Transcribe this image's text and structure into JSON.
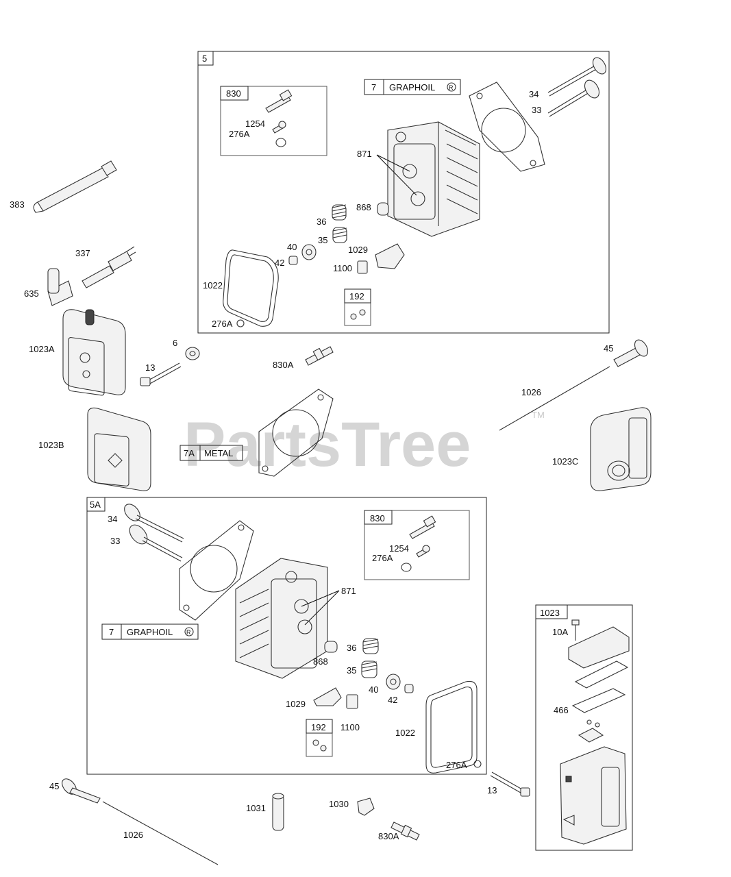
{
  "watermark": {
    "text": "PartsTree",
    "tm": "TM"
  },
  "boxes": {
    "assembly_5": "5",
    "assembly_5a": "5A",
    "kit_830_top": "830",
    "kit_830_bottom": "830",
    "kit_192_top": "192",
    "kit_192_bottom": "192",
    "assembly_1023": "1023"
  },
  "tags": {
    "graphoil_top": {
      "num": "7",
      "text": "GRAPHOIL",
      "mark": "R"
    },
    "graphoil_bottom": {
      "num": "7",
      "text": "GRAPHOIL",
      "mark": "R"
    },
    "metal": {
      "num": "7A",
      "text": "METAL"
    }
  },
  "labels": {
    "p1254_top": "1254",
    "p276a_kit_top": "276A",
    "p871_top": "871",
    "p34_top": "34",
    "p33_top": "33",
    "p868_top": "868",
    "p36_top": "36",
    "p35_top": "35",
    "p40_top": "40",
    "p42_top": "42",
    "p1029_top": "1029",
    "p1100_top": "1100",
    "p1022_top": "1022",
    "p276a_top": "276A",
    "p383": "383",
    "p337": "337",
    "p635": "635",
    "p1023a": "1023A",
    "p6": "6",
    "p13_mid": "13",
    "p830a_mid": "830A",
    "p45_mid": "45",
    "p1026_mid": "1026",
    "p1023b": "1023B",
    "p1023c": "1023C",
    "p34_bot": "34",
    "p33_bot": "33",
    "p1254_bot": "1254",
    "p276a_kit_bot": "276A",
    "p871_bot": "871",
    "p36_bot": "36",
    "p868_bot": "868",
    "p35_bot": "35",
    "p40_bot": "40",
    "p42_bot": "42",
    "p1029_bot": "1029",
    "p1100_bot": "1100",
    "p1022_bot": "1022",
    "p276a_bot": "276A",
    "p10a": "10A",
    "p466": "466",
    "p13_low": "13",
    "p45_low": "45",
    "p1031": "1031",
    "p1030": "1030",
    "p1026_low": "1026",
    "p830a_low": "830A"
  }
}
